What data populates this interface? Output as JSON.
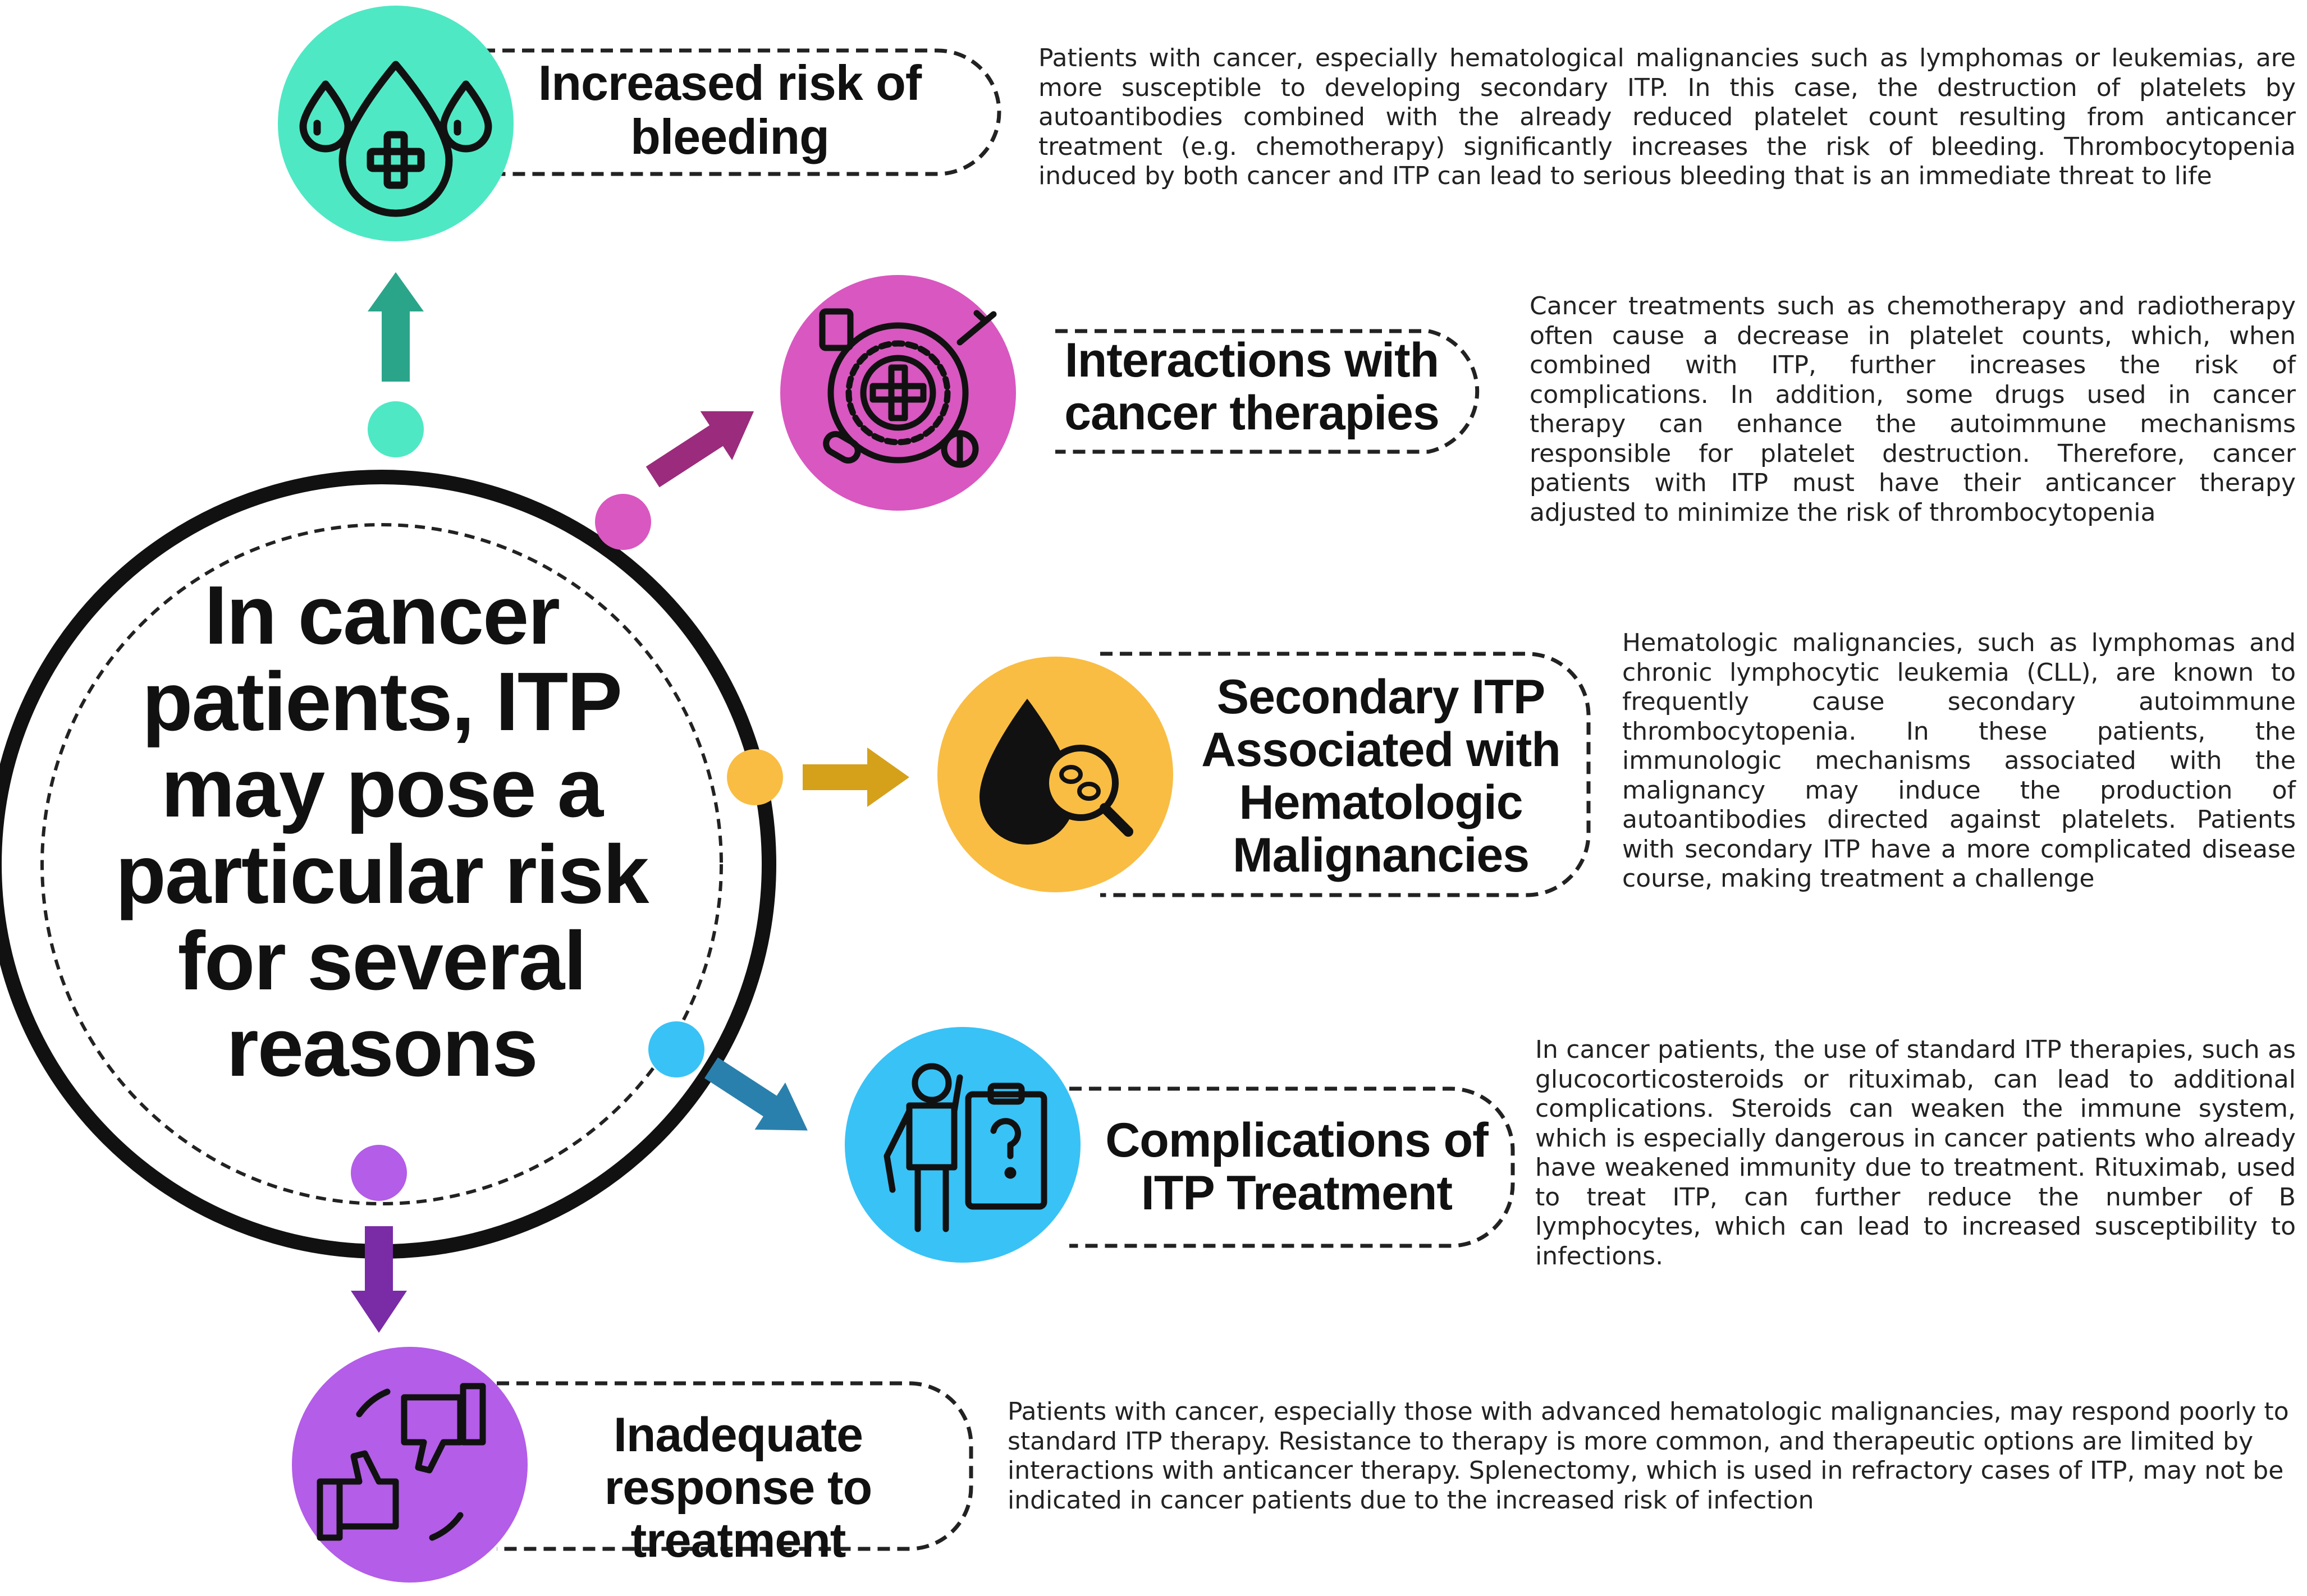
{
  "hub": {
    "text": "In cancer patients, ITP may pose a particular risk for several reasons"
  },
  "items": [
    {
      "title": "Increased risk of bleeding",
      "color": "#4fe8c4",
      "arrow_color": "#2aa58a",
      "icon": "blood-drops-icon",
      "description": "Patients with cancer, especially hematological malignancies such as lymphomas or leukemias, are more susceptible to developing secondary ITP. In this case, the destruction of platelets by autoantibodies combined with the already reduced platelet count resulting from anticancer treatment (e.g. chemotherapy) significantly increases the risk of bleeding. Thrombocytopenia induced by both cancer and ITP can lead to serious bleeding that is an immediate threat to life"
    },
    {
      "title": "Interactions with cancer therapies",
      "color": "#d957c0",
      "arrow_color": "#9b2b7c",
      "icon": "medical-treatment-icon",
      "description": "Cancer treatments such as chemotherapy and radiotherapy often cause a decrease in platelet counts, which, when combined with ITP, further increases the risk of complications. In addition, some drugs used in cancer therapy can enhance the autoimmune mechanisms responsible for platelet destruction. Therefore, cancer patients with ITP must have their anticancer therapy adjusted to minimize the risk of thrombocytopenia"
    },
    {
      "title": "Secondary ITP Associated with Hematologic Malignancies",
      "color": "#f9bd43",
      "arrow_color": "#d5a11b",
      "icon": "blood-drop-magnifier-icon",
      "description": "Hematologic malignancies, such as lymphomas and chronic lymphocytic leukemia (CLL), are known to frequently cause secondary autoimmune thrombocytopenia. In these patients, the immunologic mechanisms associated with the malignancy may induce the production of autoantibodies directed against platelets. Patients with secondary ITP have a more complicated disease course, making treatment a challenge"
    },
    {
      "title": "Complications of ITP Treatment",
      "color": "#39c2f6",
      "arrow_color": "#2a80ad",
      "icon": "confused-person-clipboard-icon",
      "description": "In cancer patients, the use of standard ITP therapies, such as glucocorticosteroids or rituximab, can lead to additional complications. Steroids can weaken the immune system, which is especially dangerous in cancer patients who already have weakened immunity due to treatment. Rituximab, used to treat ITP, can further reduce the number of B lymphocytes, which can lead to increased susceptibility to infections."
    },
    {
      "title": "Inadequate response to treatment",
      "color": "#b35de8",
      "arrow_color": "#7a2ba6",
      "icon": "thumbs-up-down-icon",
      "description": "Patients with cancer, especially those with advanced hematologic malignancies, may respond poorly to standard ITP therapy. Resistance to therapy is more common, and therapeutic options are limited by interactions with anticancer therapy. Splenectomy, which is used in refractory cases of ITP, may not be indicated in cancer patients due to the increased risk of infection"
    }
  ]
}
